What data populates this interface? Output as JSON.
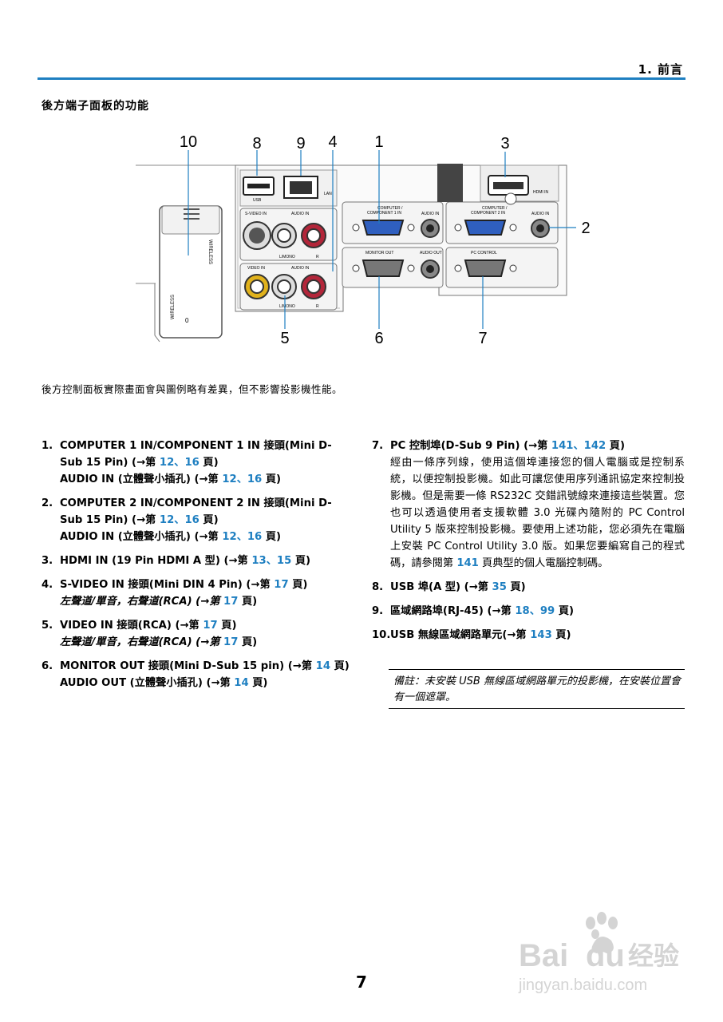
{
  "header": {
    "chapter": "1. 前言"
  },
  "section_title": "後方端子面板的功能",
  "figure": {
    "callouts": [
      "10",
      "8",
      "9",
      "4",
      "1",
      "3",
      "2",
      "5",
      "6",
      "7"
    ],
    "labels": {
      "usb": "USB",
      "lan": "LAN",
      "svideo_in": "S-VIDEO IN",
      "audio_in": "AUDIO IN",
      "lmono": "L/MONO",
      "r": "R",
      "video_in": "VIDEO IN",
      "computer1": "COMPUTER /",
      "computer1b": "COMPONENT 1 IN",
      "computer2": "COMPUTER /",
      "computer2b": "COMPONENT 2 IN",
      "monitor_out": "MONITOR OUT",
      "audio_out": "AUDIO OUT",
      "pc_control": "PC CONTROL",
      "hdmi_in": "HDMI IN",
      "wireless": "WIRELESS",
      "zero": "0"
    }
  },
  "caption": "後方控制面板實際畫面會與圖例略有差異，但不影響投影機性能。",
  "left_items": [
    {
      "num": "1.",
      "l1": "COMPUTER 1 IN/COMPONENT 1 IN 接頭(Mini D-Sub 15 Pin) (→第 ",
      "p1": "12",
      "s1": "、",
      "p2": "16",
      "e1": " 頁)",
      "l2": "AUDIO IN (立體聲小插孔) (→第 ",
      "p3": "12",
      "s2": "、",
      "p4": "16",
      "e2": " 頁)"
    },
    {
      "num": "2.",
      "l1": "COMPUTER 2 IN/COMPONENT 2 IN 接頭(Mini D-Sub 15 Pin) (→第 ",
      "p1": "12",
      "s1": "、",
      "p2": "16",
      "e1": " 頁)",
      "l2": "AUDIO IN (立體聲小插孔) (→第 ",
      "p3": "12",
      "s2": "、",
      "p4": "16",
      "e2": " 頁)"
    },
    {
      "num": "3.",
      "l1": "HDMI IN (19 Pin HDMI A 型) (→第 ",
      "p1": "13",
      "s1": "、",
      "p2": "15",
      "e1": " 頁)"
    },
    {
      "num": "4.",
      "l1": "S-VIDEO IN 接頭(Mini DIN 4 Pin) (→第 ",
      "p1": "17",
      "e1": " 頁)",
      "l2": "左聲道/單音，右聲道(RCA) (→第 ",
      "p3": "17",
      "e2": " 頁)"
    },
    {
      "num": "5.",
      "l1": "VIDEO IN 接頭(RCA) (→第 ",
      "p1": "17",
      "e1": " 頁)",
      "l2": "左聲道/單音，右聲道(RCA) (→第 ",
      "p3": "17",
      "e2": " 頁)"
    },
    {
      "num": "6.",
      "l1": "MONITOR OUT 接頭(Mini D-Sub 15 pin) (→第 ",
      "p1": "14",
      "e1": " 頁)",
      "l2": "AUDIO OUT (立體聲小插孔) (→第 ",
      "p3": "14",
      "e2": " 頁)"
    }
  ],
  "right_items": {
    "item7": {
      "num": "7.",
      "l1": "PC 控制埠(D-Sub 9 Pin) (→第 ",
      "p1": "141",
      "s1": "、",
      "p2": "142",
      "e1": " 頁)",
      "d1": "經由一條序列線，使用這個埠連接您的個人電腦或是控制系統，以便控制投影機。如此可讓您使用序列通訊協定來控制投影機。但是需要一條 RS232C 交錯訊號線來連接這些裝置。您也可以透過使用者支援軟體 3.0 光碟內隨附的 PC Control Utility 5 版來控制投影機。要使用上述功能，您必須先在電腦上安裝 PC Control Utility 3.0 版。如果您要編寫自己的程式碼，請參閱第 ",
      "dp": "141",
      "d2": " 頁典型的個人電腦控制碼。"
    },
    "item8": {
      "num": "8.",
      "l1": "USB 埠(A 型) (→第 ",
      "p1": "35",
      "e1": " 頁)"
    },
    "item9": {
      "num": "9.",
      "l1": "區域網路埠(RJ-45) (→第 ",
      "p1": "18",
      "s1": "、",
      "p2": "99",
      "e1": " 頁)"
    },
    "item10": {
      "num": "10.",
      "l1": "USB 無線區域網路單元(→第 ",
      "p1": "143",
      "e1": " 頁)"
    }
  },
  "note": "備註：未安裝 USB 無線區域網路單元的投影機，在安裝位置會有一個遮罩。",
  "page_number": "7",
  "watermark": {
    "brand": "Bai",
    "brand2": "du",
    "cn": "经验",
    "url": "jingyan.baidu.com"
  }
}
